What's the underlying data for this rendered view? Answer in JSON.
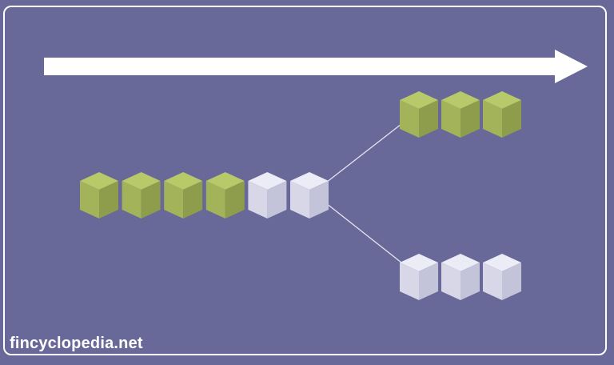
{
  "watermark": "fincyclopedia.net",
  "colors": {
    "background": "#686899",
    "frame": "#ffffff",
    "arrow": "#ffffff",
    "connector": "#e6e6f2",
    "green_top": "#b8c96a",
    "green_left": "#a3b35a",
    "green_right": "#8e9d4c",
    "white_top": "#ececf6",
    "white_left": "#d7d7e8",
    "white_right": "#c3c3d9"
  },
  "diagram": {
    "direction_arrow": "right-arrow",
    "sequence": [
      "green",
      "green",
      "green",
      "green",
      "white",
      "white"
    ],
    "branch_upper": [
      "green",
      "green",
      "green"
    ],
    "branch_lower": [
      "white",
      "white",
      "white"
    ]
  }
}
